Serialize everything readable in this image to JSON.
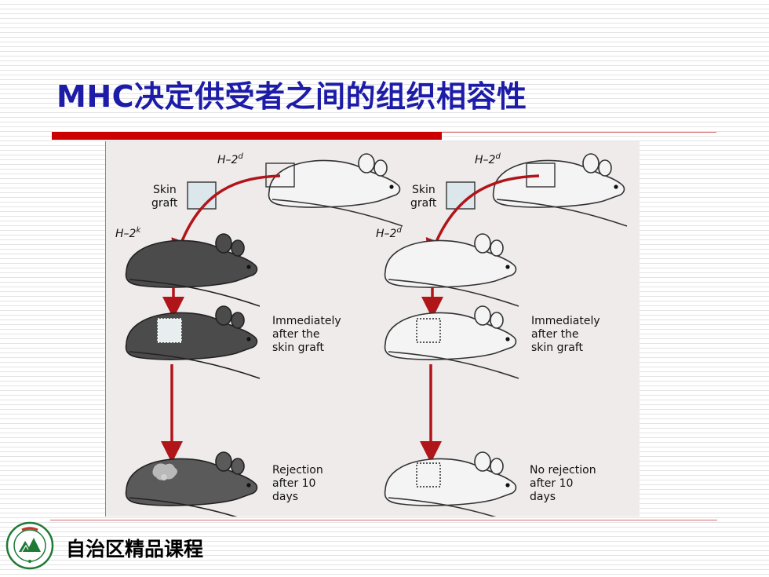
{
  "title": "MHC决定供受者之间的组织相容性",
  "footer": {
    "label": "自治区精品课程"
  },
  "figure": {
    "left": {
      "donor_label": "H–2",
      "donor_sup": "d",
      "graft_label": [
        "Skin",
        "graft"
      ],
      "recipient_label": "H–2",
      "recipient_sup": "k",
      "stage1": [
        "Immediately",
        "after the",
        "skin graft"
      ],
      "stage2": [
        "Rejection",
        "after 10",
        "days"
      ]
    },
    "right": {
      "donor_label": "H–2",
      "donor_sup": "d",
      "graft_label": [
        "Skin",
        "graft"
      ],
      "recipient_label": "H–2",
      "recipient_sup": "d",
      "stage1": [
        "Immediately",
        "after the",
        "skin graft"
      ],
      "stage2": [
        "No rejection",
        "after 10",
        "days"
      ]
    }
  },
  "colors": {
    "title": "#1c1ca8",
    "accent_bar": "#cc0000",
    "arrow": "#b0151a",
    "dark_mouse": "#4b4b4b",
    "light_mouse": "#f4f4f4"
  },
  "logo": {
    "icon": "university-seal-icon"
  }
}
